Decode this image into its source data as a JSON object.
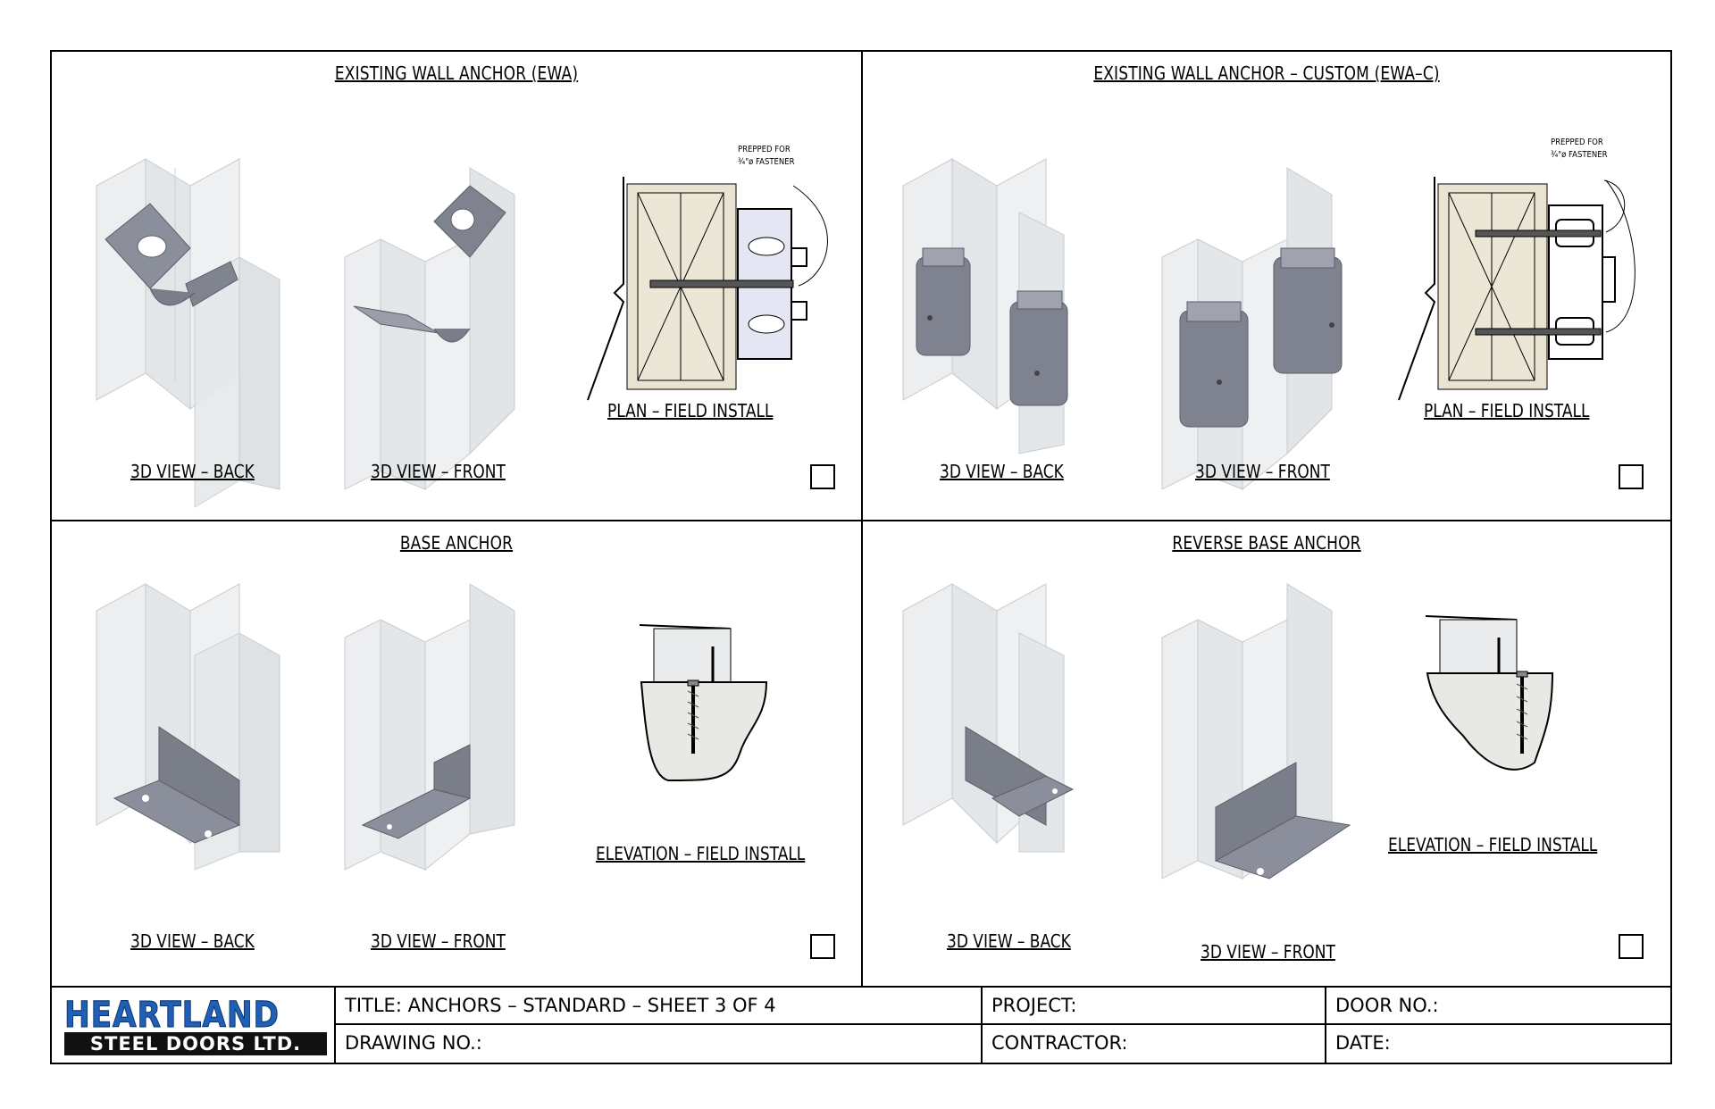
{
  "panels": {
    "ewa": {
      "title": "EXISTING WALL ANCHOR (EWA)",
      "view_back": "3D VIEW – BACK",
      "view_front": "3D VIEW – FRONT",
      "plan": "PLAN – FIELD INSTALL",
      "note_line1": "PREPPED FOR",
      "note_line2": "¾\"ø FASTENER"
    },
    "ewac": {
      "title": "EXISTING WALL ANCHOR – CUSTOM (EWA–C)",
      "view_back": "3D VIEW – BACK",
      "view_front": "3D VIEW – FRONT",
      "plan": "PLAN – FIELD INSTALL",
      "note_line1": "PREPPED FOR",
      "note_line2": "¾\"ø FASTENER"
    },
    "base": {
      "title": "BASE ANCHOR",
      "view_back": "3D VIEW – BACK",
      "view_front": "3D VIEW – FRONT",
      "elevation": "ELEVATION – FIELD INSTALL"
    },
    "reverse": {
      "title": "REVERSE BASE ANCHOR",
      "view_back": "3D VIEW – BACK",
      "view_front": "3D VIEW – FRONT",
      "elevation": "ELEVATION – FIELD INSTALL"
    }
  },
  "title_block": {
    "logo_line1": "HEARTLAND",
    "logo_line2": "STEEL DOORS LTD.",
    "title": "TITLE:  ANCHORS – STANDARD – SHEET 3 OF 4",
    "drawing_no": "DRAWING NO.:",
    "project": "PROJECT:",
    "contractor": "CONTRACTOR:",
    "door_no": "DOOR NO.:",
    "date": "DATE:"
  },
  "colors": {
    "line": "#000000",
    "frame_glass": "#e6e8ea",
    "anchor_metal": "#7f8390",
    "wood_fill": "#e9e4d2",
    "logo_blue": "#1f5fb5"
  },
  "icons": [
    "heartland-logo",
    "checkbox"
  ]
}
